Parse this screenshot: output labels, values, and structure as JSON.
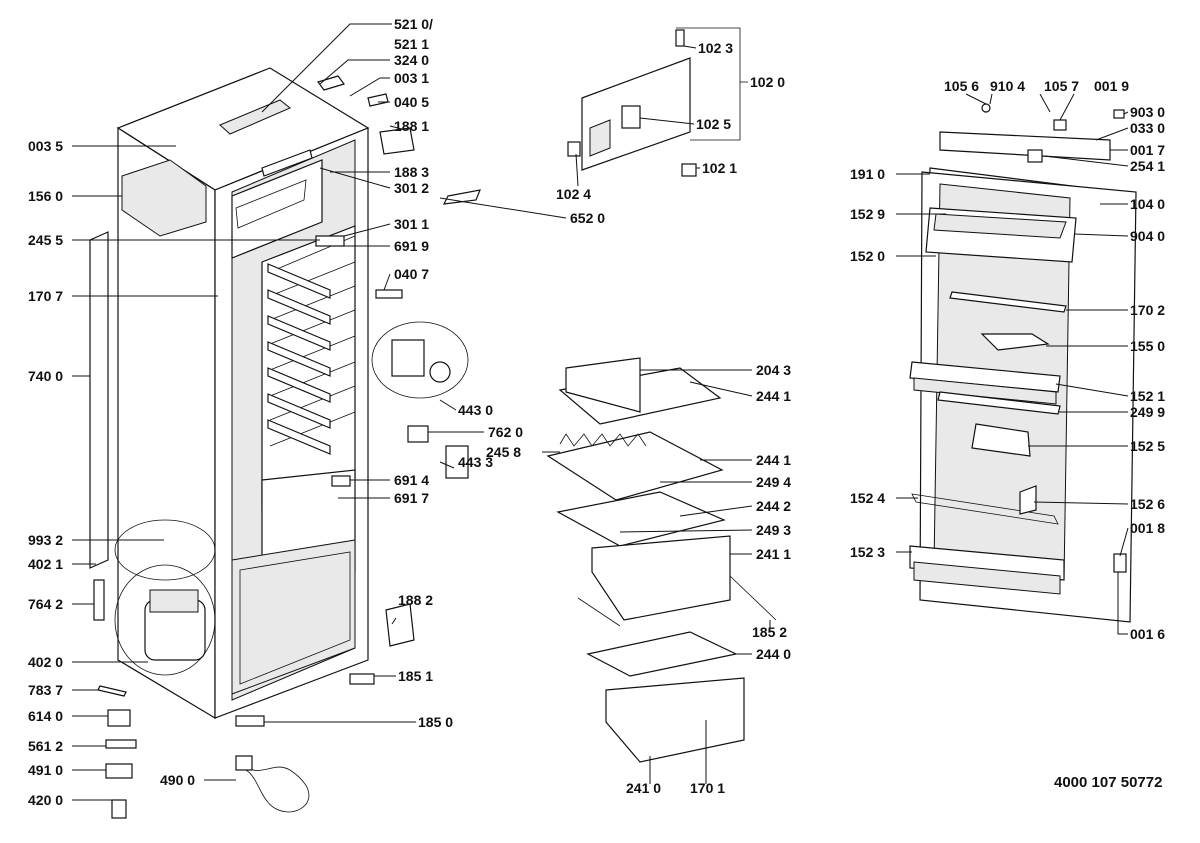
{
  "callouts": [
    {
      "id": "c5210",
      "text": "521 0/"
    },
    {
      "id": "c5211",
      "text": "521 1"
    },
    {
      "id": "c3240",
      "text": "324 0"
    },
    {
      "id": "c0031",
      "text": "003 1"
    },
    {
      "id": "c0405",
      "text": "040 5"
    },
    {
      "id": "c1881",
      "text": "188 1"
    },
    {
      "id": "c0035",
      "text": "003 5"
    },
    {
      "id": "c1883",
      "text": "188 3"
    },
    {
      "id": "c3012",
      "text": "301 2"
    },
    {
      "id": "c1560",
      "text": "156 0"
    },
    {
      "id": "c6520",
      "text": "652 0"
    },
    {
      "id": "c2455",
      "text": "245 5"
    },
    {
      "id": "c3011",
      "text": "301 1"
    },
    {
      "id": "c6919",
      "text": "691 9"
    },
    {
      "id": "c1707",
      "text": "170 7"
    },
    {
      "id": "c0407",
      "text": "040 7"
    },
    {
      "id": "c7400",
      "text": "740 0"
    },
    {
      "id": "c4430",
      "text": "443 0"
    },
    {
      "id": "c7620",
      "text": "762 0"
    },
    {
      "id": "c6914",
      "text": "691 4"
    },
    {
      "id": "c4433",
      "text": "443 3"
    },
    {
      "id": "c6917",
      "text": "691 7"
    },
    {
      "id": "c9932",
      "text": "993 2"
    },
    {
      "id": "c4021",
      "text": "402 1"
    },
    {
      "id": "c7642",
      "text": "764 2"
    },
    {
      "id": "c1882",
      "text": "188 2"
    },
    {
      "id": "c4020",
      "text": "402 0"
    },
    {
      "id": "c1851",
      "text": "185 1"
    },
    {
      "id": "c7837",
      "text": "783 7"
    },
    {
      "id": "c6140",
      "text": "614 0"
    },
    {
      "id": "c1850",
      "text": "185 0"
    },
    {
      "id": "c5612",
      "text": "561 2"
    },
    {
      "id": "c4910",
      "text": "491 0"
    },
    {
      "id": "c4900",
      "text": "490 0"
    },
    {
      "id": "c4200",
      "text": "420 0"
    },
    {
      "id": "c1023",
      "text": "102 3"
    },
    {
      "id": "c1020",
      "text": "102 0"
    },
    {
      "id": "c1025",
      "text": "102 5"
    },
    {
      "id": "c1024",
      "text": "102 4"
    },
    {
      "id": "c1021",
      "text": "102 1"
    },
    {
      "id": "c2043",
      "text": "204 3"
    },
    {
      "id": "c2441a",
      "text": "244 1"
    },
    {
      "id": "c2458",
      "text": "245 8"
    },
    {
      "id": "c2441b",
      "text": "244 1"
    },
    {
      "id": "c2494",
      "text": "249 4"
    },
    {
      "id": "c2442",
      "text": "244 2"
    },
    {
      "id": "c2493",
      "text": "249 3"
    },
    {
      "id": "c2411",
      "text": "241 1"
    },
    {
      "id": "c1852",
      "text": "185 2"
    },
    {
      "id": "c2440",
      "text": "244 0"
    },
    {
      "id": "c2410",
      "text": "241 0"
    },
    {
      "id": "c1701",
      "text": "170 1"
    },
    {
      "id": "c1056",
      "text": "105 6"
    },
    {
      "id": "c9104",
      "text": "910 4"
    },
    {
      "id": "c1057",
      "text": "105 7"
    },
    {
      "id": "c0019",
      "text": "001 9"
    },
    {
      "id": "c9030",
      "text": "903 0"
    },
    {
      "id": "c0330",
      "text": "033 0"
    },
    {
      "id": "c0017",
      "text": "001 7"
    },
    {
      "id": "c2541",
      "text": "254 1"
    },
    {
      "id": "c1910",
      "text": "191 0"
    },
    {
      "id": "c1040",
      "text": "104 0"
    },
    {
      "id": "c1529",
      "text": "152 9"
    },
    {
      "id": "c9040",
      "text": "904 0"
    },
    {
      "id": "c1520",
      "text": "152 0"
    },
    {
      "id": "c1702",
      "text": "170 2"
    },
    {
      "id": "c1550",
      "text": "155 0"
    },
    {
      "id": "c1521",
      "text": "152 1"
    },
    {
      "id": "c2499",
      "text": "249 9"
    },
    {
      "id": "c1525",
      "text": "152 5"
    },
    {
      "id": "c1524",
      "text": "152 4"
    },
    {
      "id": "c1526",
      "text": "152 6"
    },
    {
      "id": "c0018",
      "text": "001 8"
    },
    {
      "id": "c1523",
      "text": "152 3"
    },
    {
      "id": "c0016",
      "text": "001 6"
    }
  ],
  "document_number": "4000 107 50772"
}
